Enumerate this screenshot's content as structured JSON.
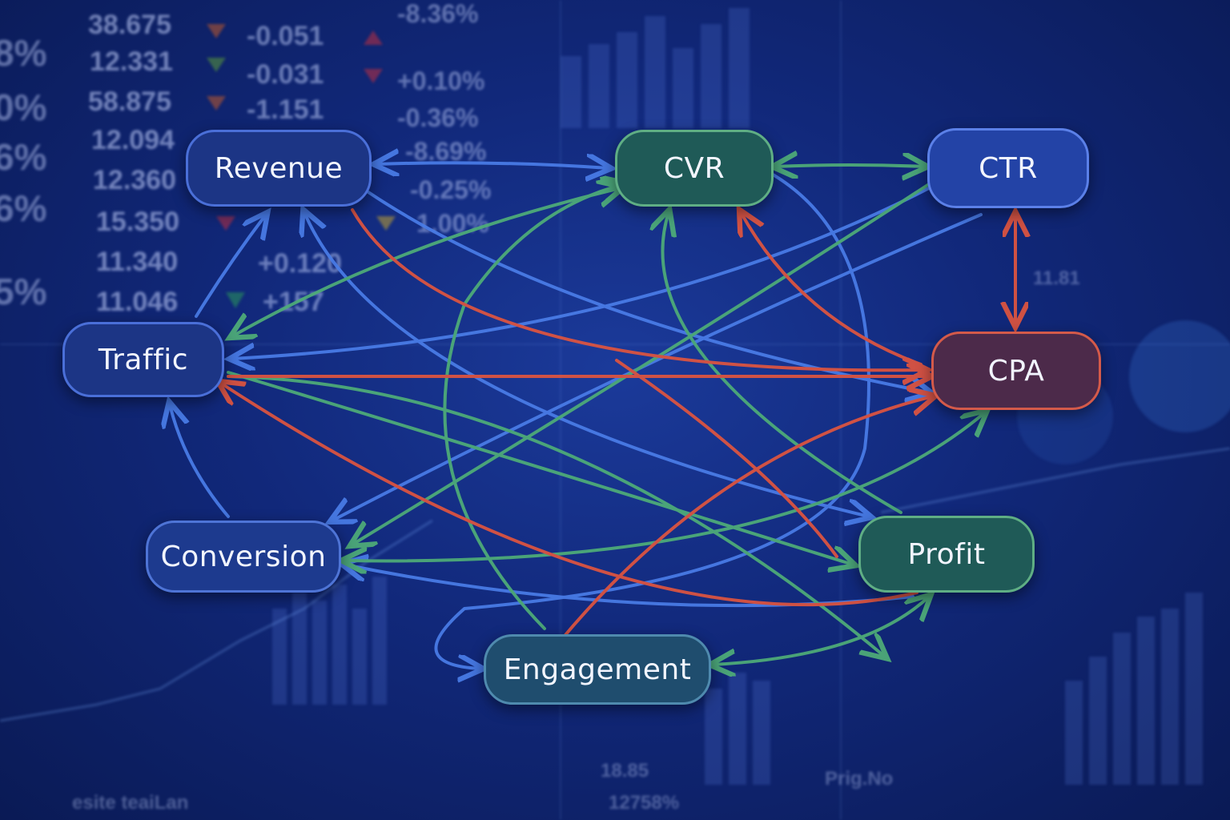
{
  "background": {
    "left_column_a": [
      "38.675",
      "12.331",
      "58.875",
      "12.094",
      "12.360",
      "15.350",
      "11.340",
      "11.046"
    ],
    "left_column_b": [
      "-0.051",
      "-0.031",
      "-1.151",
      "+0.120",
      "+157"
    ],
    "left_column_c": [
      "-8.36%",
      "+0.10%",
      "-0.36%",
      "-8.69%",
      "-0.25%",
      "1.00%"
    ],
    "left_edge": [
      "8%",
      "0%",
      "6%",
      "6%",
      "5%"
    ],
    "bottom_labels": [
      "11.81",
      "18.85",
      "12758%",
      "Prig.No",
      "esite teaiLan"
    ]
  },
  "nodes": {
    "revenue": "Revenue",
    "cvr": "CVR",
    "ctr": "CTR",
    "traffic": "Traffic",
    "cpa": "CPA",
    "conversion": "Conversion",
    "profit": "Profit",
    "engagement": "Engagement"
  },
  "colors": {
    "edge_blue": "#4a7de8",
    "edge_green": "#4fae78",
    "edge_red": "#e0553f"
  },
  "edges": [
    {
      "from": "Revenue",
      "to": "CVR",
      "color": "blue",
      "bidirectional": true
    },
    {
      "from": "CVR",
      "to": "CTR",
      "color": "green",
      "bidirectional": true
    },
    {
      "from": "CTR",
      "to": "CPA",
      "color": "red",
      "bidirectional": true
    },
    {
      "from": "Revenue",
      "to": "CPA",
      "color": "red"
    },
    {
      "from": "Revenue",
      "to": "CPA",
      "color": "blue"
    },
    {
      "from": "Traffic",
      "to": "Revenue",
      "color": "blue"
    },
    {
      "from": "Conversion",
      "to": "Traffic",
      "color": "blue"
    },
    {
      "from": "CVR",
      "to": "Traffic",
      "color": "green"
    },
    {
      "from": "CTR",
      "to": "Traffic",
      "color": "blue"
    },
    {
      "from": "CPA",
      "to": "CVR",
      "color": "red"
    },
    {
      "from": "Traffic",
      "to": "CPA",
      "color": "red"
    },
    {
      "from": "Profit",
      "to": "Traffic",
      "color": "red"
    },
    {
      "from": "Traffic",
      "to": "Profit",
      "color": "green"
    },
    {
      "from": "Traffic",
      "to": "Engagement",
      "color": "green"
    },
    {
      "from": "Conversion",
      "to": "CTR",
      "color": "blue"
    },
    {
      "from": "CTR",
      "to": "Conversion",
      "color": "green"
    },
    {
      "from": "CPA",
      "to": "Conversion",
      "color": "green"
    },
    {
      "from": "Engagement",
      "to": "CPA",
      "color": "red"
    },
    {
      "from": "Engagement",
      "to": "CVR",
      "color": "green"
    },
    {
      "from": "Engagement",
      "to": "Profit",
      "color": "green",
      "bidirectional": true
    },
    {
      "from": "Revenue",
      "to": "Profit",
      "color": "blue"
    },
    {
      "from": "Profit",
      "to": "Conversion",
      "color": "blue"
    },
    {
      "from": "Engagement",
      "to": "CVR",
      "color": "blue"
    }
  ]
}
